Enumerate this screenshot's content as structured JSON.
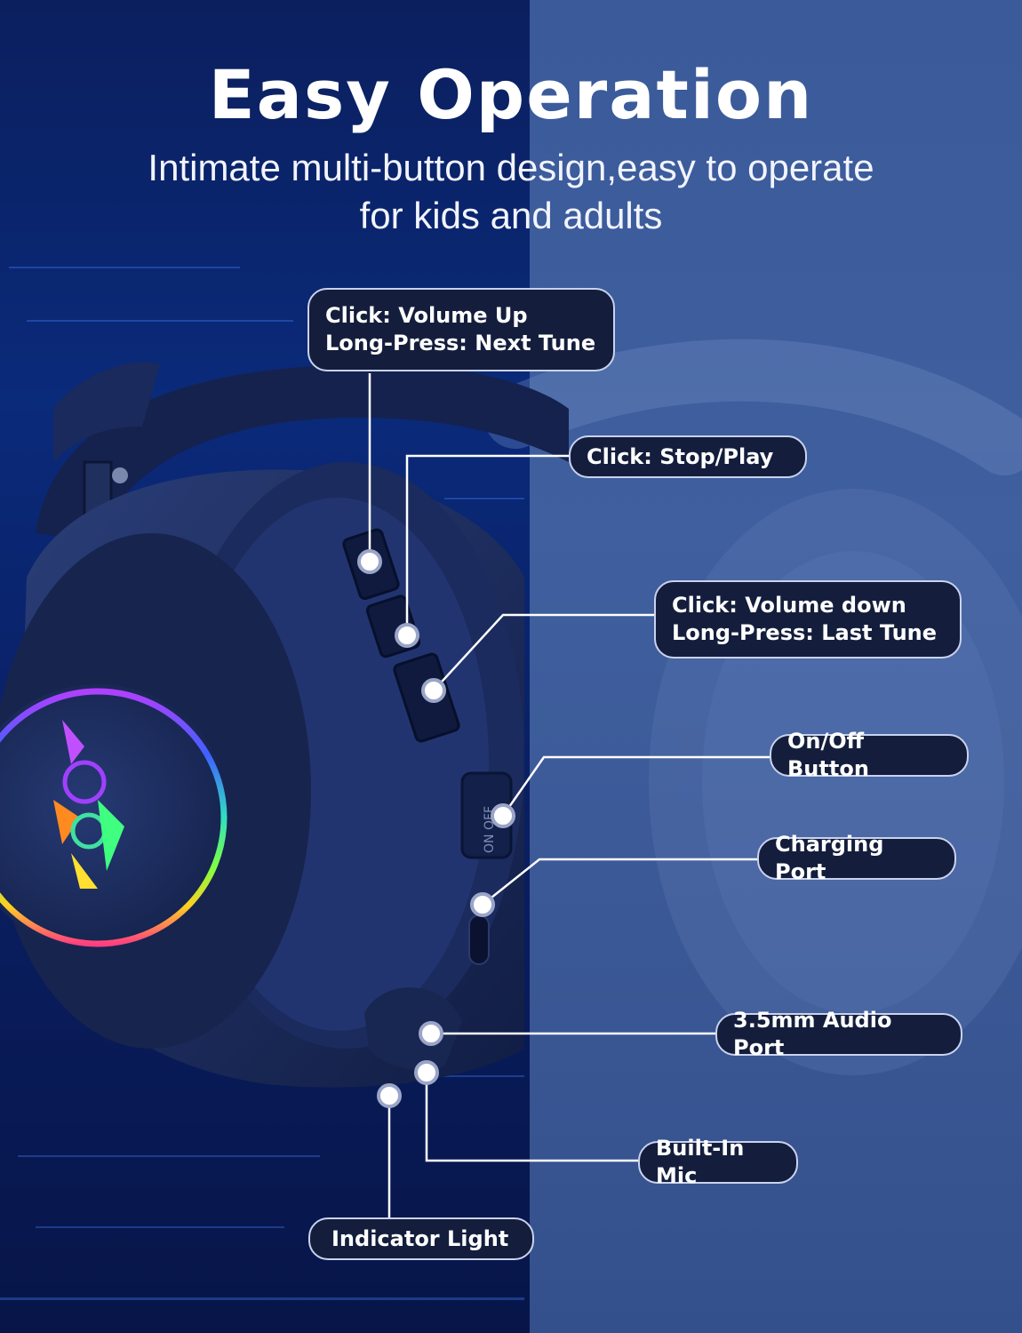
{
  "title": "Easy Operation",
  "subtitle": {
    "line1": "Intimate multi-button design,easy to operate",
    "line2": "for kids and adults"
  },
  "headphone": {
    "switch_label": "ON OFF"
  },
  "callouts": {
    "volume_up": {
      "line1": "Click: Volume Up",
      "line2": "Long-Press: Next Tune"
    },
    "stop_play": {
      "line1": "Click: Stop/Play"
    },
    "volume_down": {
      "line1": "Click: Volume down",
      "line2": "Long-Press: Last Tune"
    },
    "on_off": {
      "line1": "On/Off Button"
    },
    "charging": {
      "line1": "Charging Port"
    },
    "audio_port": {
      "line1": "3.5mm Audio Port"
    },
    "mic": {
      "line1": "Built-In Mic"
    },
    "indicator": {
      "line1": "Indicator Light"
    }
  },
  "colors": {
    "callout_bg": "#141e3c",
    "callout_border": "#c9d3ee",
    "leader": "#ffffff",
    "left_bg": "#0a2a7a",
    "right_bg": "#3f5f9e"
  }
}
